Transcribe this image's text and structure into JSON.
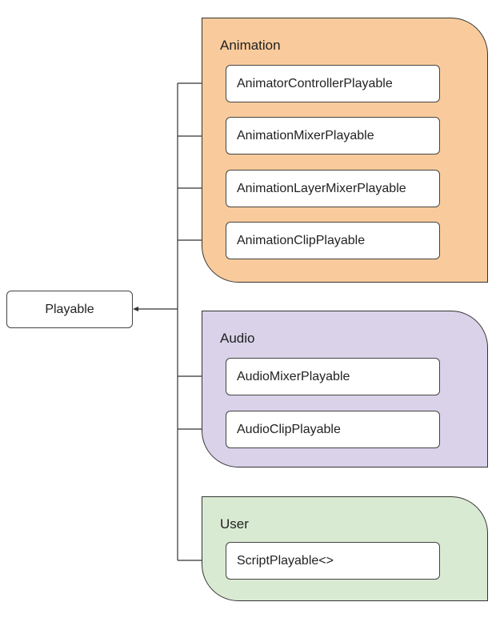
{
  "diagram": {
    "root": {
      "label": "Playable"
    },
    "colors": {
      "animation_fill": "#f9cb9c",
      "audio_fill": "#d9d2e9",
      "user_fill": "#d9ead3",
      "node_fill": "#ffffff",
      "line": "#333333"
    },
    "groups": [
      {
        "label": "Animation",
        "items": [
          "AnimatorControllerPlayable",
          "AnimationMixerPlayable",
          "AnimationLayerMixerPlayable",
          "AnimationClipPlayable"
        ]
      },
      {
        "label": "Audio",
        "items": [
          "AudioMixerPlayable",
          "AudioClipPlayable"
        ]
      },
      {
        "label": "User",
        "items": [
          "ScriptPlayable<>"
        ]
      }
    ]
  }
}
